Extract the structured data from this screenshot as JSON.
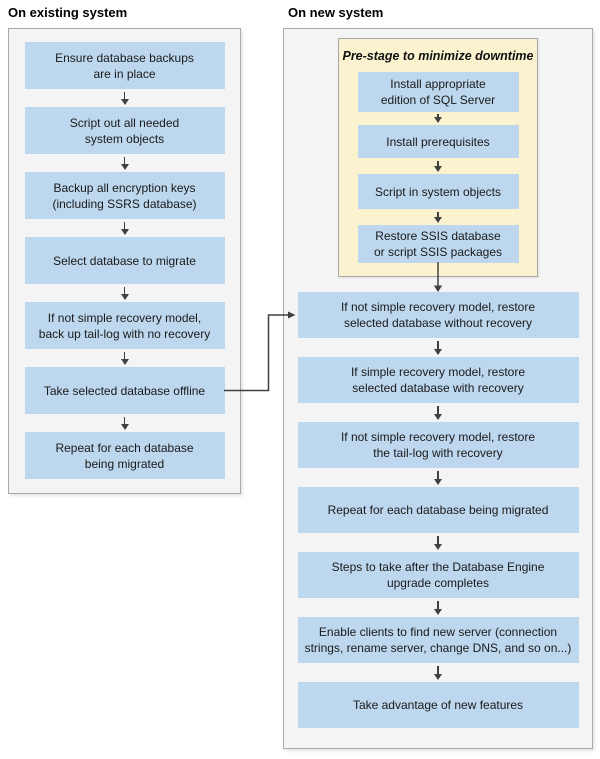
{
  "diagram": {
    "title_context": "Database migration flowchart",
    "colors": {
      "step_fill": "#bdd7ee",
      "panel_fill": "#f4f4f4",
      "panel_border": "#a9a9a9",
      "prestage_fill": "#fbf3d0",
      "prestage_border": "#a6a6a6",
      "connector": "#404040",
      "text": "#1a1a1a",
      "page_background": "#ffffff"
    },
    "left_column": {
      "header": "On existing system",
      "steps": [
        "Ensure database backups\nare in place",
        "Script out all needed\nsystem objects",
        "Backup all encryption keys\n(including SSRS database)",
        "Select database to migrate",
        "If not simple recovery model,\nback up tail-log with no recovery",
        "Take selected database offline",
        "Repeat for each database\nbeing migrated"
      ]
    },
    "right_column": {
      "header": "On new system",
      "prestage": {
        "title": "Pre-stage to minimize downtime",
        "steps": [
          "Install appropriate\nedition of SQL Server",
          "Install prerequisites",
          "Script in system objects",
          "Restore SSIS database\nor script SSIS packages"
        ]
      },
      "steps": [
        "If not simple recovery model, restore\nselected database without recovery",
        "If simple recovery model, restore\nselected database with recovery",
        "If not simple recovery model, restore\nthe tail-log with recovery",
        "Repeat for each database being migrated",
        "Steps to take after the Database Engine\nupgrade completes",
        "Enable clients to find new server (connection\nstrings, rename server, change DNS, and so on...)",
        "Take advantage of new features"
      ]
    }
  }
}
